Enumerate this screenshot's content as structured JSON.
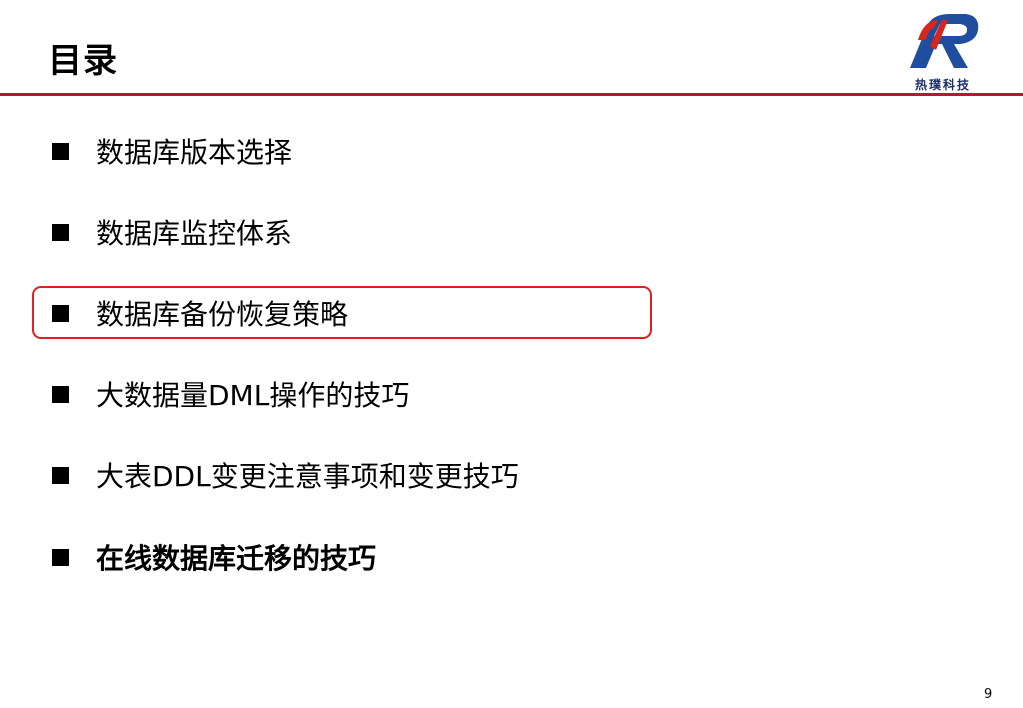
{
  "slide": {
    "title": "目录",
    "page_number": "9",
    "accent_color": "#c8102e",
    "highlight_color": "#e02020"
  },
  "logo": {
    "icon": "r-logo-icon",
    "text": "热璞科技"
  },
  "agenda": {
    "items": [
      {
        "label": "数据库版本选择"
      },
      {
        "label": "数据库监控体系"
      },
      {
        "label": "数据库备份恢复策略",
        "highlighted": true
      },
      {
        "label": "大数据量DML操作的技巧"
      },
      {
        "label": "大表DDL变更注意事项和变更技巧"
      },
      {
        "label": "在线数据库迁移的技巧",
        "bold": true
      }
    ]
  }
}
